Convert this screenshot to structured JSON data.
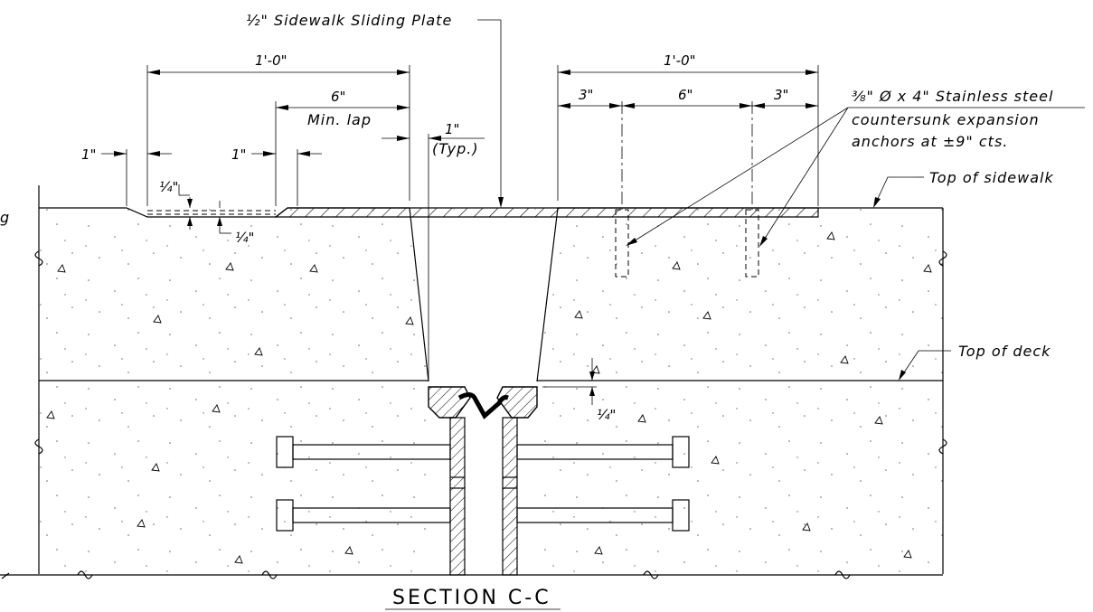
{
  "title": "SECTION C-C",
  "labels": {
    "sliding_plate": "½\" Sidewalk Sliding Plate",
    "anchors_line1": "⅜\" Ø x 4\" Stainless steel",
    "anchors_line2": "countersunk expansion",
    "anchors_line3": "anchors at ±9\" cts.",
    "top_of_sidewalk": "Top of sidewalk",
    "top_of_deck": "Top of deck",
    "min_lap": "Min. lap",
    "typ": "(Typ.)",
    "edge_fragment": "g"
  },
  "dimensions": {
    "left_overall": "1'-0\"",
    "left_lap": "6\"",
    "left_edge": "1\"",
    "left_mid": "1\"",
    "gap": "1\"",
    "recess_top": "¼\"",
    "recess_bottom": "¼\"",
    "right_overall": "1'-0\"",
    "right_a": "3\"",
    "right_b": "6\"",
    "right_c": "3\"",
    "deck_offset": "¼\""
  },
  "colors": {
    "line": "#000000",
    "background": "#ffffff"
  }
}
